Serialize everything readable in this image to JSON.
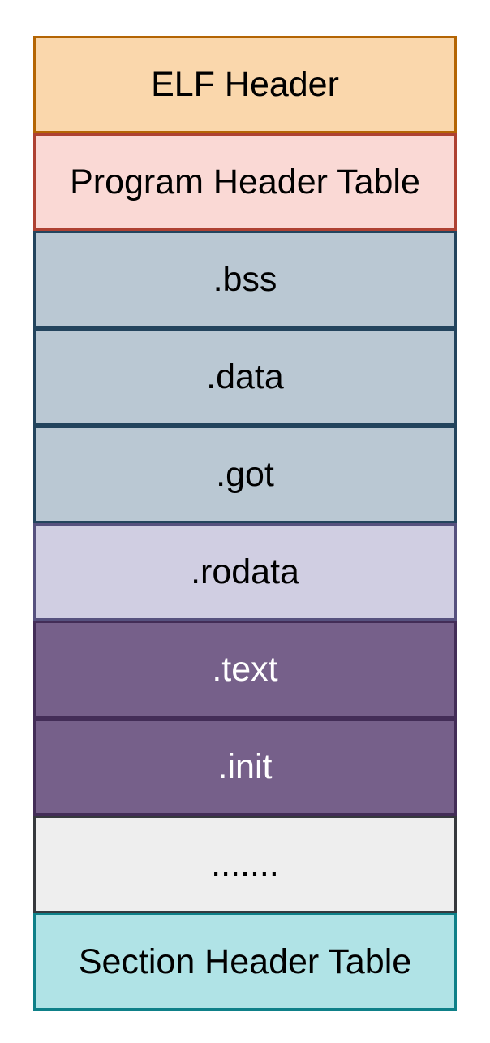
{
  "blocks": [
    {
      "label": "ELF Header",
      "fill": "#fad7ac",
      "stroke": "#b46504",
      "text_color": "#000000"
    },
    {
      "label": "Program Header Table",
      "fill": "#fad9d5",
      "stroke": "#ae4132",
      "text_color": "#000000"
    },
    {
      "label": ".bss",
      "fill": "#bac8d3",
      "stroke": "#23445d",
      "text_color": "#000000"
    },
    {
      "label": ".data",
      "fill": "#bac8d3",
      "stroke": "#23445d",
      "text_color": "#000000"
    },
    {
      "label": ".got",
      "fill": "#bac8d3",
      "stroke": "#23445d",
      "text_color": "#000000"
    },
    {
      "label": ".rodata",
      "fill": "#d0cee2",
      "stroke": "#56517e",
      "text_color": "#000000"
    },
    {
      "label": ".text",
      "fill": "#76608a",
      "stroke": "#432d57",
      "text_color": "#ffffff"
    },
    {
      "label": ".init",
      "fill": "#76608a",
      "stroke": "#432d57",
      "text_color": "#ffffff"
    },
    {
      "label": ".......",
      "fill": "#eeeeee",
      "stroke": "#36393d",
      "text_color": "#000000"
    },
    {
      "label": "Section Header Table",
      "fill": "#b0e3e6",
      "stroke": "#0e8088",
      "text_color": "#000000"
    }
  ]
}
